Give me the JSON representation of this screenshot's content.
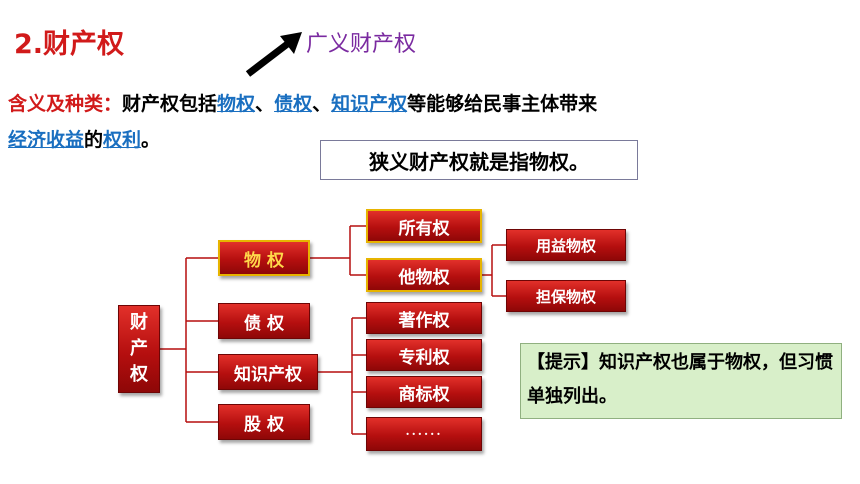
{
  "title": "2.财产权",
  "broad_label": "广义财产权",
  "definition": {
    "label": "含义及种类：",
    "text_1": "财产权包括",
    "link_1": "物权",
    "sep_1": "、",
    "link_2": "债权",
    "sep_2": "、",
    "link_3": "知识产权",
    "text_2": "等能够给民事主体带来",
    "link_4": "经济收益",
    "text_3": "的",
    "link_5": "权利",
    "text_4": "。"
  },
  "narrow_label": "狭义财产权就是指物权。",
  "diagram": {
    "root": [
      "财",
      "产",
      "权"
    ],
    "level1": [
      "物 权",
      "债 权",
      "知识产权",
      "股 权"
    ],
    "property_children": [
      "所有权",
      "他物权"
    ],
    "other_property_children": [
      "用益物权",
      "担保物权"
    ],
    "ip_children": [
      "著作权",
      "专利权",
      "商标权",
      "······"
    ]
  },
  "hint": "【提示】知识产权也属于物权，但习惯单独列出。",
  "colors": {
    "title_red": "#d11a1a",
    "link_blue": "#1a6fc0",
    "broad_purple": "#7a2aa0",
    "box_red": "#b50f0f",
    "gold_border": "#e7b400",
    "hint_bg": "#d8efc9"
  }
}
